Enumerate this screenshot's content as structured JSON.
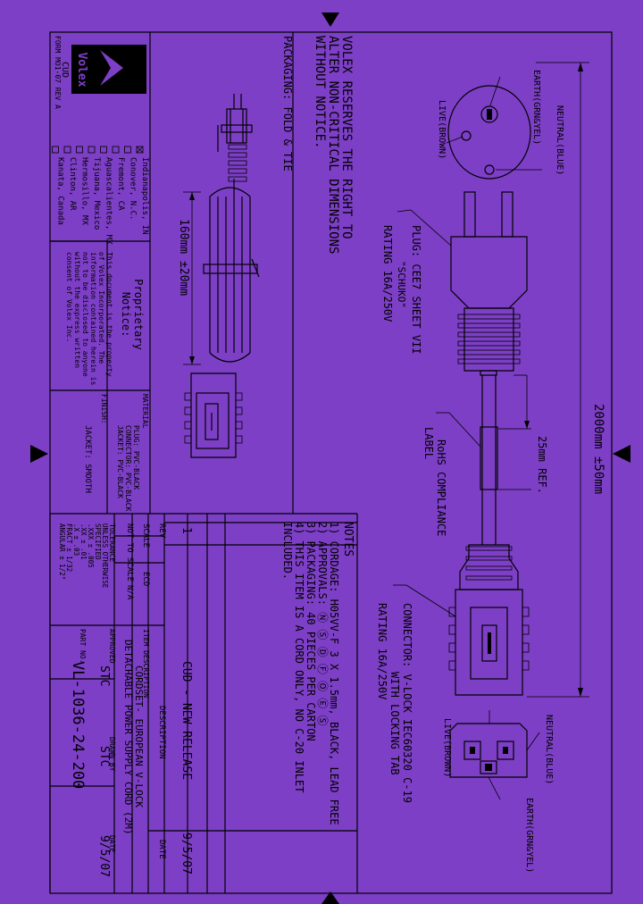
{
  "notice": {
    "reserves": "VOLEX RESERVES THE RIGHT TO ALTER NON-CRITICAL DIMENSIONS WITHOUT NOTICE."
  },
  "packaging_title": "PACKAGING: FOLD & TIE",
  "dimensions": {
    "fold_length": "160mm ±20mm",
    "overall_length": "2000mm ±50mm",
    "label_offset": "25mm REF."
  },
  "plug": {
    "label_line1": "PLUG: CEE7 SHEET VII",
    "label_line2": "\"SCHUKO\"",
    "label_line3": "RATING 16A/250V",
    "face": {
      "earth": "EARTH(GRN&YEL)",
      "live": "LIVE(BROWN)",
      "neutral": "NEUTRAL(BLUE)"
    }
  },
  "rohs_label": {
    "line1": "RoHS COMPLIANCE",
    "line2": "LABEL"
  },
  "connector": {
    "label_line1": "CONNECTOR: V-LOCK IEC60320 C-19",
    "label_line2": "WITH LOCKING TAB",
    "label_line3": "RATING 16A/250V",
    "face": {
      "neutral": "NEUTRAL(BLUE)",
      "live": "LIVE(BROWN)",
      "earth": "EARTH(GRN&YEL)"
    }
  },
  "notes": {
    "title": "NOTES",
    "items": [
      "1) CORDAGE: H05VV-F 3 X 1.5mm, BLACK, LEAD FREE",
      "2) APPROVALS: Ⓝ Ⓢ Ⓓ Ⓕ Ⓞ Ⓔ Ⓢ",
      "3) PACKAGING: 40 PIECES PER CARTON",
      "4) THIS ITEM IS A CORD ONLY, NO C-20 INLET",
      "   INCLUDED."
    ]
  },
  "material": {
    "title": "MATERIAL",
    "plug": "PLUG: PVC-BLACK",
    "connector": "CONNECTOR: PVC-BLACK",
    "jacket": "JACKET: PVC-BLACK"
  },
  "finish": {
    "title": "FINISH:",
    "jacket": "JACKET: SMOOTH"
  },
  "proprietary": {
    "title_line1": "Proprietary",
    "title_line2": "Notice:",
    "text": [
      "This document is the property",
      "of Volex Incorporated. The",
      "information contained herein is",
      "not to be disclosed to anyone",
      "without the express written",
      "consent of Volex Inc."
    ]
  },
  "locations": [
    {
      "name": "Indianapolis, IN",
      "checked": true
    },
    {
      "name": "Conover, N.C.",
      "checked": false
    },
    {
      "name": "Fremont, CA",
      "checked": false
    },
    {
      "name": "Aguascalientes, MX",
      "checked": false
    },
    {
      "name": "Tijuana, Mexico",
      "checked": false
    },
    {
      "name": "Hermosillo, MX",
      "checked": false
    },
    {
      "name": "Clinton, AR",
      "checked": false
    },
    {
      "name": "Kanata, Canada",
      "checked": false
    }
  ],
  "logo": {
    "brand": "Volex",
    "sub": "CUD"
  },
  "form_id": "FORM MO1-07 REV A",
  "revision_table": {
    "headers": {
      "rev": "REV",
      "ecd": "ECD",
      "description": "DESCRIPTION",
      "date": "DATE"
    },
    "rows": [
      {
        "rev": "1",
        "description": "CUD - NEW RELEASE",
        "date": "9/5/07"
      }
    ]
  },
  "title_block": {
    "scale_label": "SCALE",
    "scale_value": "NOT TO SCALE",
    "na": "N/A",
    "item_description_label": "ITEM DESCRIPTION",
    "item_description_line1": "CORDSET- EUROPEAN V-LOCK",
    "item_description_line2": "DETACHABLE POWER SUPPLY CORD (2M)",
    "approved_label": "APPROVED",
    "approved_value": "STC",
    "drawn_label": "DRAWN BY",
    "drawn_value": "STC",
    "date_label": "DATE",
    "date_value": "9/5/07",
    "part_no_label": "PART NO.",
    "part_no": "VL-1036-24-200",
    "tolerance_title": "TOLERANCE",
    "tolerance_lines": [
      "UNLESS OTHERWISE",
      "SPECIFIED",
      ".XXX ± .005",
      ".XX ± .01",
      ".X ± .03",
      "FRACT ± 1/32",
      "ANGULAR ± 1/2°"
    ]
  }
}
